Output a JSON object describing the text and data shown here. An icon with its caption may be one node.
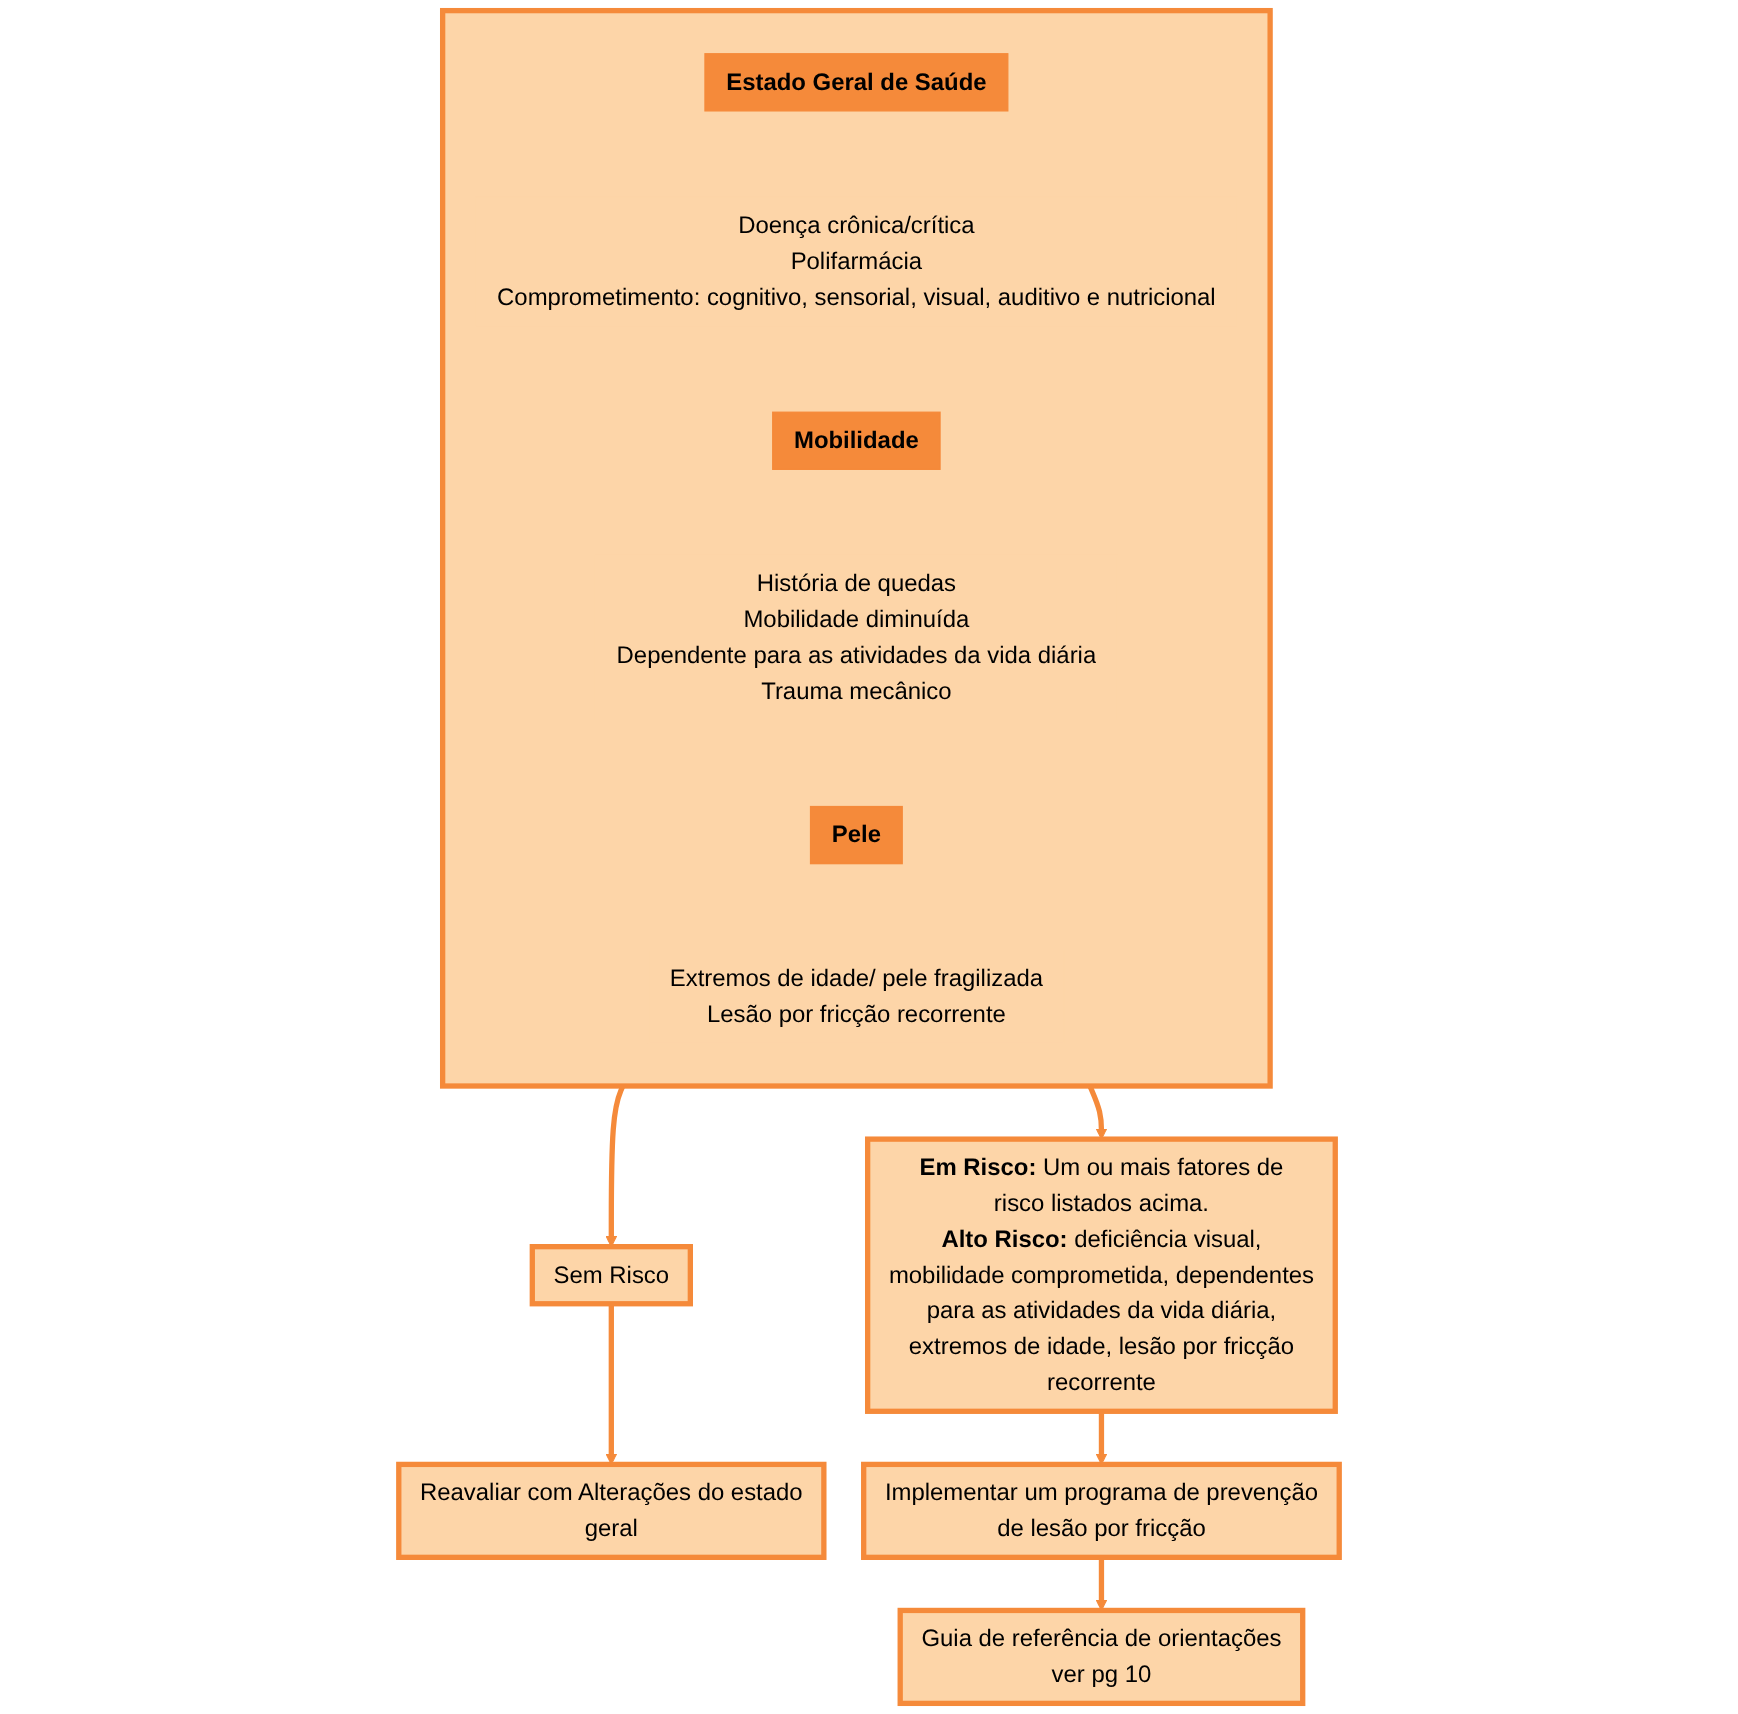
{
  "diagram": {
    "nodes": [
      {
        "text": [],
        "shape": "box"
      },
      {
        "text": [
          "Estado Geral de Saúde"
        ],
        "in": 0
      },
      {
        "text": [
          "Doença crônica/crítica",
          "Polifarmácia",
          "Comprometimento: cognitivo, sensorial, visual, auditivo e nutricional"
        ],
        "in": 0
      },
      {
        "text": [
          "Mobilidade"
        ],
        "in": 0
      },
      {
        "text": [
          "História de quedas",
          "Mobilidade diminuída",
          "Dependente para as atividades da vida diária",
          "Trauma mecânico"
        ],
        "in": 0
      },
      {
        "text": [
          "Pele"
        ],
        "in": 0
      },
      {
        "text": [
          "Extremos de idade/ pele fragilizada",
          "Lesão por fricção recorrente"
        ],
        "in": 0
      },
      {
        "text": [
          "Sem Risco"
        ]
      },
      {
        "text": [
          "**Em Risco:** Um ou mais fatores de risco listados acima.",
          "**Alto Risco:** deficiência visual, mobilidade comprometida, dependentes para as atividades da vida diária, extremos de idade, lesão por fricção recorrente"
        ]
      },
      {
        "text": [
          "Reavaliar com Alterações do estado geral"
        ]
      },
      {
        "text": [
          "Implementar um programa de prevenção de lesão por fricção"
        ]
      },
      {
        "text": [
          "Guia de referência de orientações ver pg 10"
        ]
      }
    ],
    "edges": [
      {
        "from": 0,
        "to": 7,
        "arrow": "to"
      },
      {
        "from": 0,
        "to": 8,
        "arrow": "to"
      },
      {
        "from": 7,
        "to": 9,
        "arrow": "to"
      },
      {
        "from": 8,
        "to": 10,
        "arrow": "to"
      },
      {
        "from": 10,
        "to": 11,
        "arrow": "to"
      }
    ]
  }
}
